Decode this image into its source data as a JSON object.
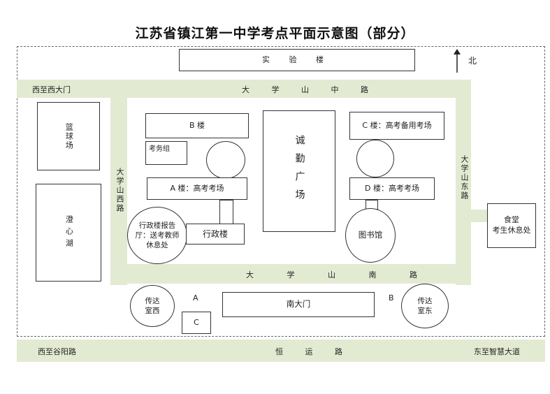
{
  "title": "江苏省镇江第一中学考点平面示意图（部分）",
  "north": "北",
  "roads": {
    "top_west": "西至西大门",
    "top_main": "大 学 山 中 路",
    "west": "大学山西路",
    "east": "大学山东路",
    "south": "大 学 山 南 路",
    "bottom_west": "西至谷阳路",
    "bottom_main": "恒 运 路",
    "bottom_east": "东至智慧大道"
  },
  "buildings": {
    "lab": "实 验 楼",
    "basketball": "篮球场",
    "lake": "澄心湖",
    "b_building": "B 楼",
    "exam_office": "考务组",
    "a_building": "A 楼：高考考场",
    "admin_hall": "行政楼报告厅：送考教师休息处",
    "admin": "行政楼",
    "square": "诚勤广场",
    "c_building": "C 楼：高考备用考场",
    "d_building": "D 楼：高考考场",
    "library": "图书馆",
    "canteen": "食堂\n考生休息处",
    "guard_west": "传达室西",
    "guard_east": "传达室东",
    "south_gate": "南大门",
    "label_a": "A",
    "label_b": "B",
    "label_c": "C"
  }
}
